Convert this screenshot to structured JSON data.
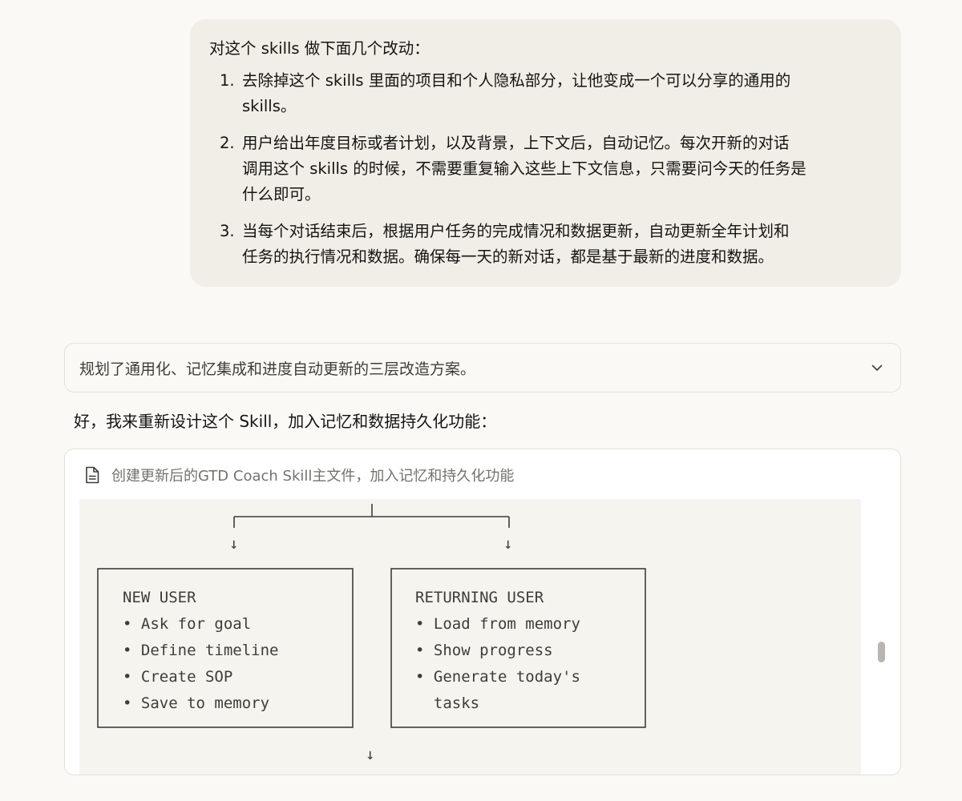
{
  "user_message": {
    "intro": "对这个 skills 做下面几个改动：",
    "items": [
      {
        "num": "1.",
        "lines": [
          "去除掉这个 skills 里面的项目和个人隐私部分，让他变成一个可以分享的通用的",
          "skills。"
        ]
      },
      {
        "num": "2.",
        "lines": [
          "用户给出年度目标或者计划，以及背景，上下文后，自动记忆。每次开新的对话",
          "调用这个 skills 的时候，不需要重复输入这些上下文信息，只需要问今天的任务是",
          "什么即可。"
        ]
      },
      {
        "num": "3.",
        "lines": [
          "当每个对话结束后，根据用户任务的完成情况和数据更新，自动更新全年计划和",
          "任务的执行情况和数据。确保每一天的新对话，都是基于最新的进度和数据。"
        ]
      }
    ]
  },
  "thinking": {
    "summary": "规划了通用化、记忆集成和进度自动更新的三层改造方案。",
    "icon": "chevron-down-icon"
  },
  "assistant": {
    "text": "好，我来重新设计这个 Skill，加入记忆和数据持久化功能："
  },
  "artifact": {
    "icon": "document-icon",
    "title": "创建更新后的GTD Coach Skill主文件，加入记忆和持久化功能",
    "diagram": {
      "new_user": {
        "heading": "NEW USER",
        "items": [
          "• Ask for goal",
          "• Define timeline",
          "• Create SOP",
          "• Save to memory"
        ]
      },
      "returning_user": {
        "heading": "RETURNING USER",
        "items": [
          "• Load from memory",
          "• Show progress",
          "• Generate today's",
          "  tasks"
        ]
      },
      "arrow": "↓"
    }
  },
  "colors": {
    "background": "#faf9f5",
    "bubble": "#f0eee6",
    "card": "#ffffff",
    "code_bg": "#f5f4ef",
    "border": "#e5e2d9",
    "text": "#141413",
    "muted": "#73726c"
  }
}
